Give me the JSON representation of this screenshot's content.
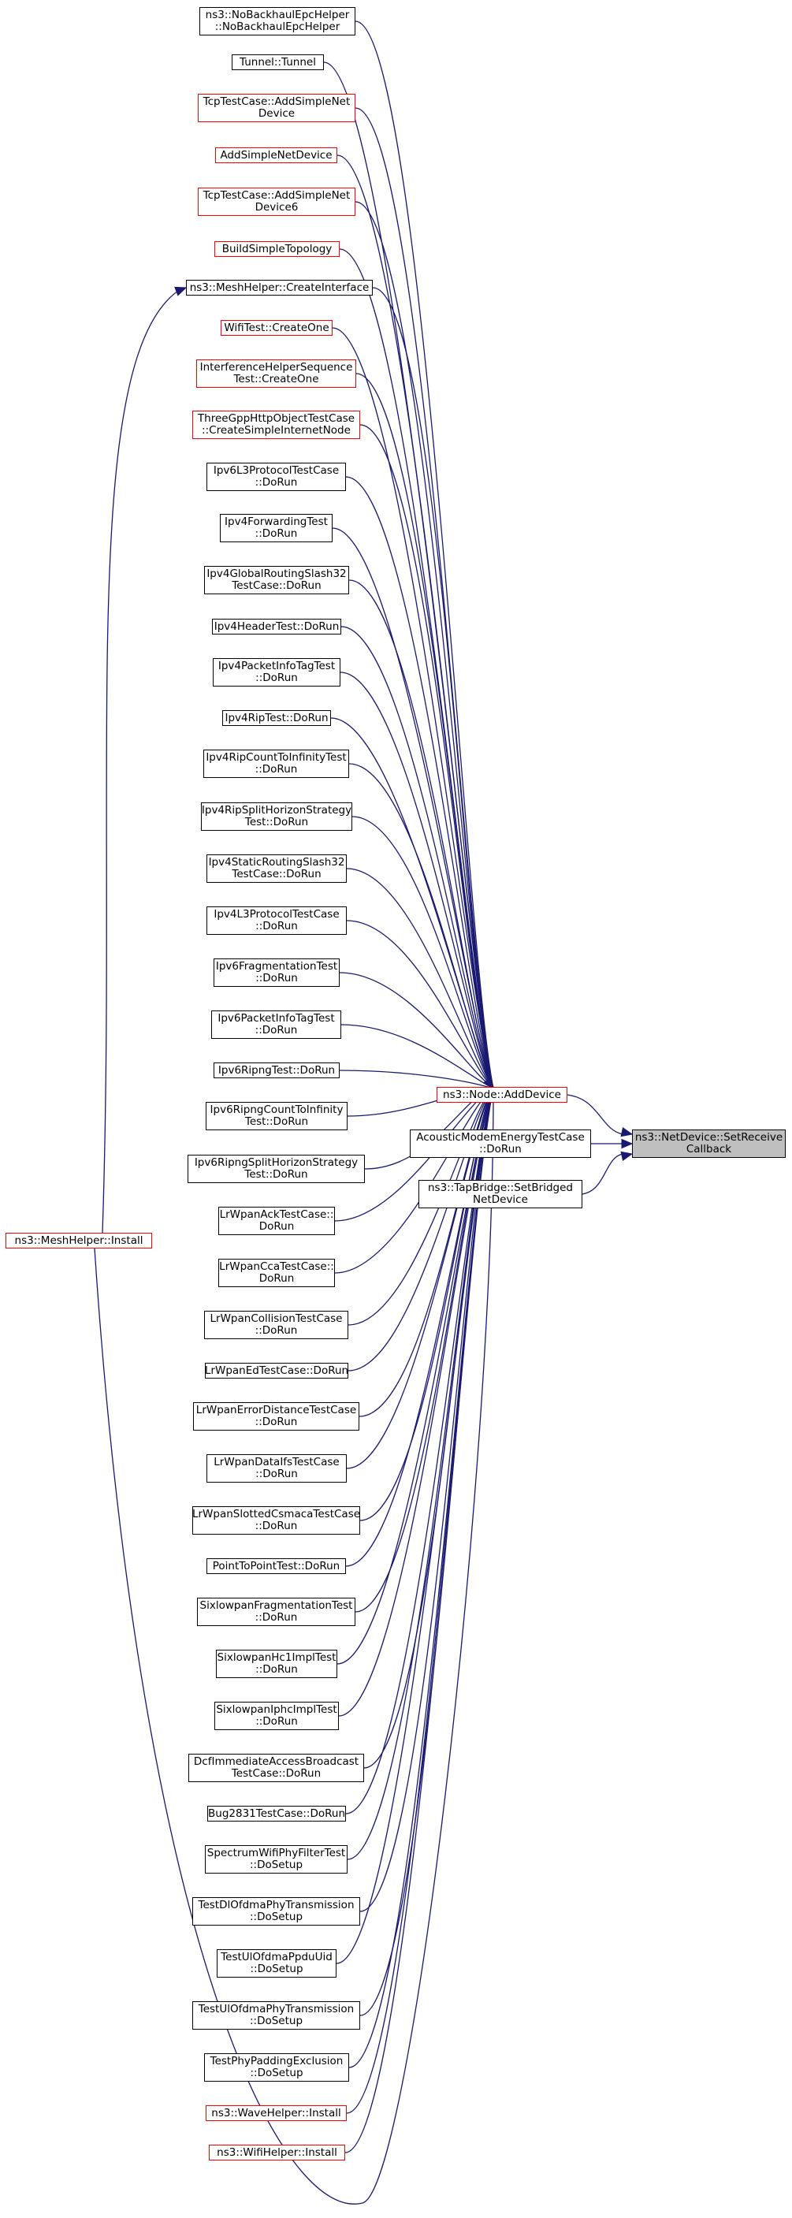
{
  "diagram": {
    "edge_color": "#191970",
    "border_colors": {
      "normal": "#000000",
      "highlighted": "#ff0000"
    },
    "focus_fill": "#bfbfbf",
    "callers": [
      {
        "id": "ns3-nobackhaul",
        "label": "ns3::NoBackhaulEpcHelper\n::NoBackhaulEpcHelper",
        "highlight": false
      },
      {
        "id": "tunnel",
        "label": "Tunnel::Tunnel",
        "highlight": false
      },
      {
        "id": "tcptest-addsimple",
        "label": "TcpTestCase::AddSimpleNet\nDevice",
        "highlight": true
      },
      {
        "id": "addsimplenetdevice",
        "label": "AddSimpleNetDevice",
        "highlight": true
      },
      {
        "id": "tcptest-addsimple6",
        "label": "TcpTestCase::AddSimpleNet\nDevice6",
        "highlight": true
      },
      {
        "id": "buildsimpletopology",
        "label": "BuildSimpleTopology",
        "highlight": true
      },
      {
        "id": "meshhelper-createinterface",
        "label": "ns3::MeshHelper::CreateInterface",
        "highlight": false
      },
      {
        "id": "wifitest-createone",
        "label": "WifiTest::CreateOne",
        "highlight": true
      },
      {
        "id": "interference-createone",
        "label": "InterferenceHelperSequence\nTest::CreateOne",
        "highlight": true
      },
      {
        "id": "threegpp-createsimple",
        "label": "ThreeGppHttpObjectTestCase\n::CreateSimpleInternetNode",
        "highlight": true
      },
      {
        "id": "ipv6l3protocol",
        "label": "Ipv6L3ProtocolTestCase\n::DoRun",
        "highlight": false
      },
      {
        "id": "ipv4forwarding",
        "label": "Ipv4ForwardingTest\n::DoRun",
        "highlight": false
      },
      {
        "id": "ipv4globalrouting",
        "label": "Ipv4GlobalRoutingSlash32\nTestCase::DoRun",
        "highlight": false
      },
      {
        "id": "ipv4header",
        "label": "Ipv4HeaderTest::DoRun",
        "highlight": false
      },
      {
        "id": "ipv4packetinfo",
        "label": "Ipv4PacketInfoTagTest\n::DoRun",
        "highlight": false
      },
      {
        "id": "ipv4rip",
        "label": "Ipv4RipTest::DoRun",
        "highlight": false
      },
      {
        "id": "ipv4ripcount",
        "label": "Ipv4RipCountToInfinityTest\n::DoRun",
        "highlight": false
      },
      {
        "id": "ipv4ripsplit",
        "label": "Ipv4RipSplitHorizonStrategy\nTest::DoRun",
        "highlight": false
      },
      {
        "id": "ipv4staticrouting",
        "label": "Ipv4StaticRoutingSlash32\nTestCase::DoRun",
        "highlight": false
      },
      {
        "id": "ipv4l3protocol",
        "label": "Ipv4L3ProtocolTestCase\n::DoRun",
        "highlight": false
      },
      {
        "id": "ipv6fragmentation",
        "label": "Ipv6FragmentationTest\n::DoRun",
        "highlight": false
      },
      {
        "id": "ipv6packetinfo",
        "label": "Ipv6PacketInfoTagTest\n::DoRun",
        "highlight": false
      },
      {
        "id": "ipv6ripng",
        "label": "Ipv6RipngTest::DoRun",
        "highlight": false
      },
      {
        "id": "ipv6ripngcount",
        "label": "Ipv6RipngCountToInfinity\nTest::DoRun",
        "highlight": false
      },
      {
        "id": "ipv6ripngsplit",
        "label": "Ipv6RipngSplitHorizonStrategy\nTest::DoRun",
        "highlight": false
      },
      {
        "id": "lrwpanack",
        "label": "LrWpanAckTestCase::\nDoRun",
        "highlight": false
      },
      {
        "id": "lrwpancca",
        "label": "LrWpanCcaTestCase::\nDoRun",
        "highlight": false
      },
      {
        "id": "lrwpancollision",
        "label": "LrWpanCollisionTestCase\n::DoRun",
        "highlight": false
      },
      {
        "id": "lrwpaned",
        "label": "LrWpanEdTestCase::DoRun",
        "highlight": false
      },
      {
        "id": "lrwpanerrordistance",
        "label": "LrWpanErrorDistanceTestCase\n::DoRun",
        "highlight": false
      },
      {
        "id": "lrwpandataifs",
        "label": "LrWpanDataIfsTestCase\n::DoRun",
        "highlight": false
      },
      {
        "id": "lrwpanslotted",
        "label": "LrWpanSlottedCsmacaTestCase\n::DoRun",
        "highlight": false
      },
      {
        "id": "pointtopoint",
        "label": "PointToPointTest::DoRun",
        "highlight": false
      },
      {
        "id": "sixlowpanfrag",
        "label": "SixlowpanFragmentationTest\n::DoRun",
        "highlight": false
      },
      {
        "id": "sixlowpanhc1",
        "label": "SixlowpanHc1ImplTest\n::DoRun",
        "highlight": false
      },
      {
        "id": "sixlowpaniphc",
        "label": "SixlowpanIphcImplTest\n::DoRun",
        "highlight": false
      },
      {
        "id": "dcfimmediate",
        "label": "DcfImmediateAccessBroadcast\nTestCase::DoRun",
        "highlight": false
      },
      {
        "id": "bug2831",
        "label": "Bug2831TestCase::DoRun",
        "highlight": false
      },
      {
        "id": "spectrumwifiphy",
        "label": "SpectrumWifiPhyFilterTest\n::DoSetup",
        "highlight": false
      },
      {
        "id": "testdlofdma",
        "label": "TestDlOfdmaPhyTransmission\n::DoSetup",
        "highlight": false
      },
      {
        "id": "testulofdmappduuid",
        "label": "TestUlOfdmaPpduUid\n::DoSetup",
        "highlight": false
      },
      {
        "id": "testulofdmaphy",
        "label": "TestUlOfdmaPhyTransmission\n::DoSetup",
        "highlight": false
      },
      {
        "id": "testphypadding",
        "label": "TestPhyPaddingExclusion\n::DoSetup",
        "highlight": false
      },
      {
        "id": "wavehelper-install",
        "label": "ns3::WaveHelper::Install",
        "highlight": true
      },
      {
        "id": "wifihelper-install",
        "label": "ns3::WifiHelper::Install",
        "highlight": true
      }
    ],
    "meshhelper_install": {
      "id": "meshhelper-install",
      "label": "ns3::MeshHelper::Install",
      "highlight": true
    },
    "node_adddevice": {
      "id": "node-adddevice",
      "label": "ns3::Node::AddDevice",
      "highlight": true
    },
    "acoustic": {
      "id": "acoustic-modem",
      "label": "AcousticModemEnergyTestCase\n::DoRun",
      "highlight": false
    },
    "tapbridge": {
      "id": "tapbridge-setbridged",
      "label": "ns3::TapBridge::SetBridged\nNetDevice",
      "highlight": false
    },
    "focus": {
      "id": "netdevice-setreceivecallback",
      "label": "ns3::NetDevice::SetReceive\nCallback",
      "highlight": false
    }
  }
}
